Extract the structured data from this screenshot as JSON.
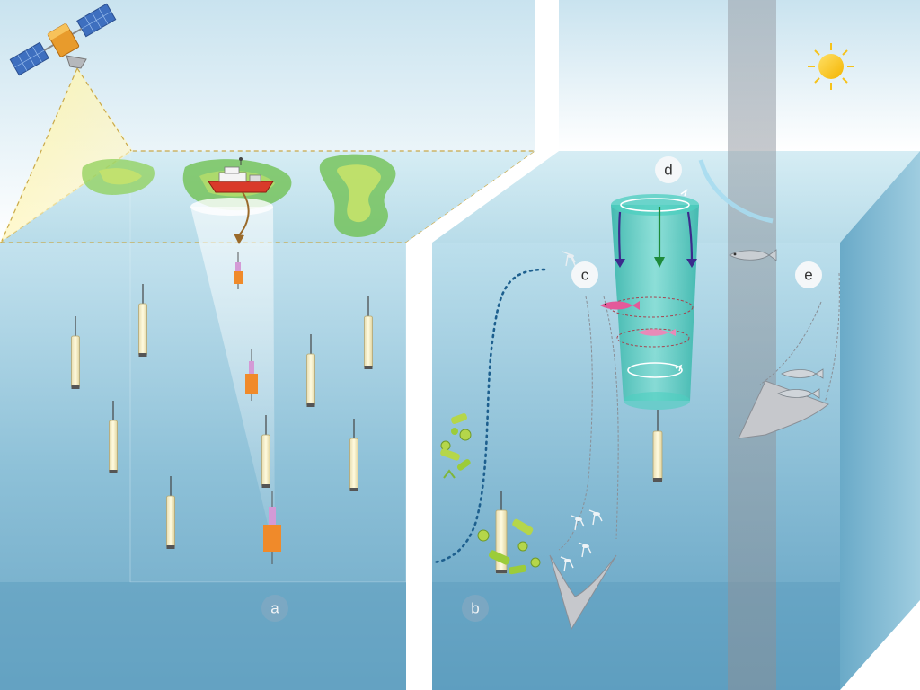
{
  "panels": [
    {
      "id": "a",
      "label": "a"
    },
    {
      "id": "b",
      "label": "b"
    },
    {
      "id": "c",
      "label": "c"
    },
    {
      "id": "d",
      "label": "d"
    },
    {
      "id": "e",
      "label": "e"
    }
  ],
  "icons": [
    "satellite-icon",
    "ship-icon",
    "moon-icon",
    "sun-icon",
    "fish-icon",
    "net-icon",
    "phytoplankton-icon",
    "zooplankton-icon",
    "float-icon"
  ],
  "colors": {
    "sky_top": "#c9e3ef",
    "sky_bottom": "#ffffff",
    "water_light": "#bfe0ec",
    "water_dark": "#5f9fc0",
    "bloom": "#7fc24a",
    "satellite_beam": "#fff3a0",
    "float_body": "#fbf4c8",
    "profiler_orange": "#f08a2a",
    "column_teal": "#3fc0b0"
  }
}
